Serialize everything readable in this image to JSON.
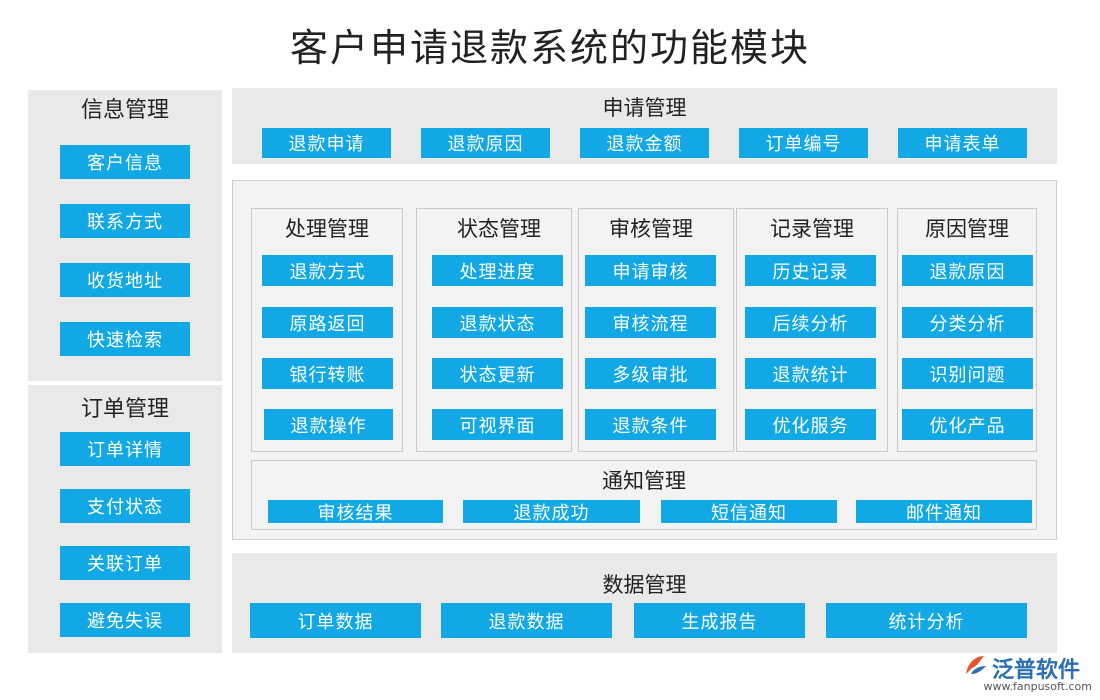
{
  "title": "客户申请退款系统的功能模块",
  "left": {
    "info": {
      "heading": "信息管理",
      "items": [
        "客户信息",
        "联系方式",
        "收货地址",
        "快速检索"
      ]
    },
    "order": {
      "heading": "订单管理",
      "items": [
        "订单详情",
        "支付状态",
        "关联订单",
        "避免失误"
      ]
    }
  },
  "apply": {
    "heading": "申请管理",
    "items": [
      "退款申请",
      "退款原因",
      "退款金额",
      "订单编号",
      "申请表单"
    ]
  },
  "modules": [
    {
      "heading": "处理管理",
      "items": [
        "退款方式",
        "原路返回",
        "银行转账",
        "退款操作"
      ]
    },
    {
      "heading": "状态管理",
      "items": [
        "处理进度",
        "退款状态",
        "状态更新",
        "可视界面"
      ]
    },
    {
      "heading": "审核管理",
      "items": [
        "申请审核",
        "审核流程",
        "多级审批",
        "退款条件"
      ]
    },
    {
      "heading": "记录管理",
      "items": [
        "历史记录",
        "后续分析",
        "退款统计",
        "优化服务"
      ]
    },
    {
      "heading": "原因管理",
      "items": [
        "退款原因",
        "分类分析",
        "识别问题",
        "优化产品"
      ]
    }
  ],
  "notify": {
    "heading": "通知管理",
    "items": [
      "审核结果",
      "退款成功",
      "短信通知",
      "邮件通知"
    ]
  },
  "data": {
    "heading": "数据管理",
    "items": [
      "订单数据",
      "退款数据",
      "生成报告",
      "统计分析"
    ]
  },
  "logo": {
    "name": "泛普软件",
    "url": "www.fanpusoft.com"
  },
  "colors": {
    "button": "#12a8e6",
    "panel": "#e9e9e9",
    "logo": "#2c6fb7"
  }
}
